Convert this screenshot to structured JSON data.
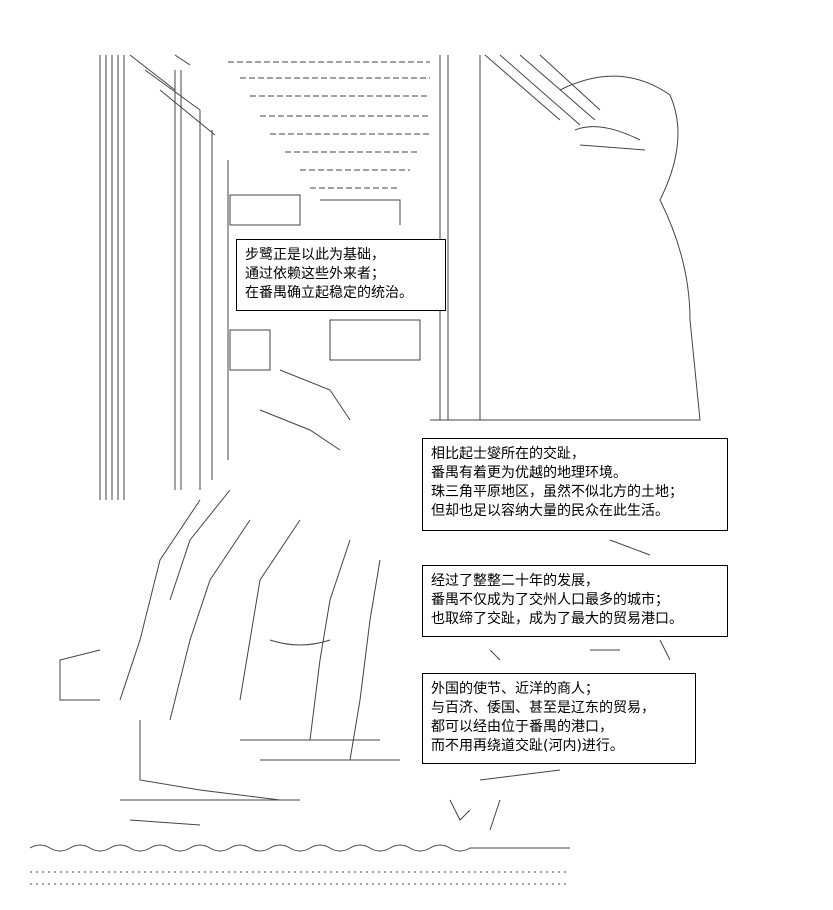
{
  "captions": [
    {
      "id": "caption-1",
      "lines": [
        "步鹭正是以此为基础，",
        "通过依赖这些外来者；",
        "在番禺确立起稳定的统治。"
      ]
    },
    {
      "id": "caption-2",
      "lines": [
        "相比起士燮所在的交趾，",
        "番禺有着更为优越的地理环境。",
        "珠三角平原地区，虽然不似北方的土地；",
        "但却也足以容纳大量的民众在此生活。"
      ]
    },
    {
      "id": "caption-3",
      "lines": [
        "经过了整整二十年的发展，",
        "番禺不仅成为了交州人口最多的城市；",
        "也取缔了交趾，成为了最大的贸易港口。"
      ]
    },
    {
      "id": "caption-4",
      "lines": [
        "外国的使节、近洋的商人；",
        "与百济、倭国、甚至是辽东的贸易，",
        "都可以经由位于番禺的港口，",
        "而不用再绕道交趾(河内)进行。"
      ]
    }
  ],
  "colors": {
    "ink": "#000000",
    "background": "#ffffff",
    "art_stroke": "#444444"
  }
}
